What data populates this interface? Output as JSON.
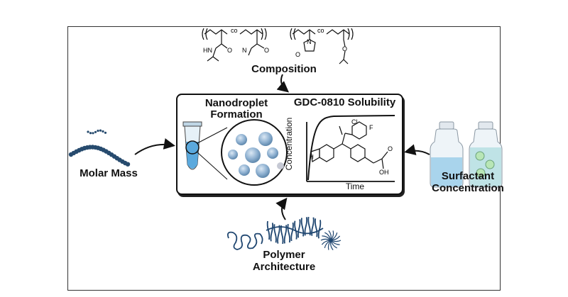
{
  "labels": {
    "composition": "Composition",
    "nanodroplet": "Nanodroplet Formation",
    "gdc": "GDC-0810 Solubility",
    "molar_mass": "Molar Mass",
    "surfactant_line1": "Surfactant",
    "surfactant_line2": "Concentration",
    "polymer_line1": "Polymer",
    "polymer_line2": "Architecture",
    "concentration_axis": "Concentration",
    "time_axis": "Time",
    "co1": "co",
    "co2": "co",
    "hn": "HN",
    "o": "O",
    "n": "N",
    "cl": "Cl",
    "f": "F",
    "oh": "OH",
    "nh": "H"
  },
  "colors": {
    "droplet": "#8fb1d1",
    "bead": "#274b6e",
    "liquid": "#a9d4ec",
    "polymer": "#1f4670"
  }
}
